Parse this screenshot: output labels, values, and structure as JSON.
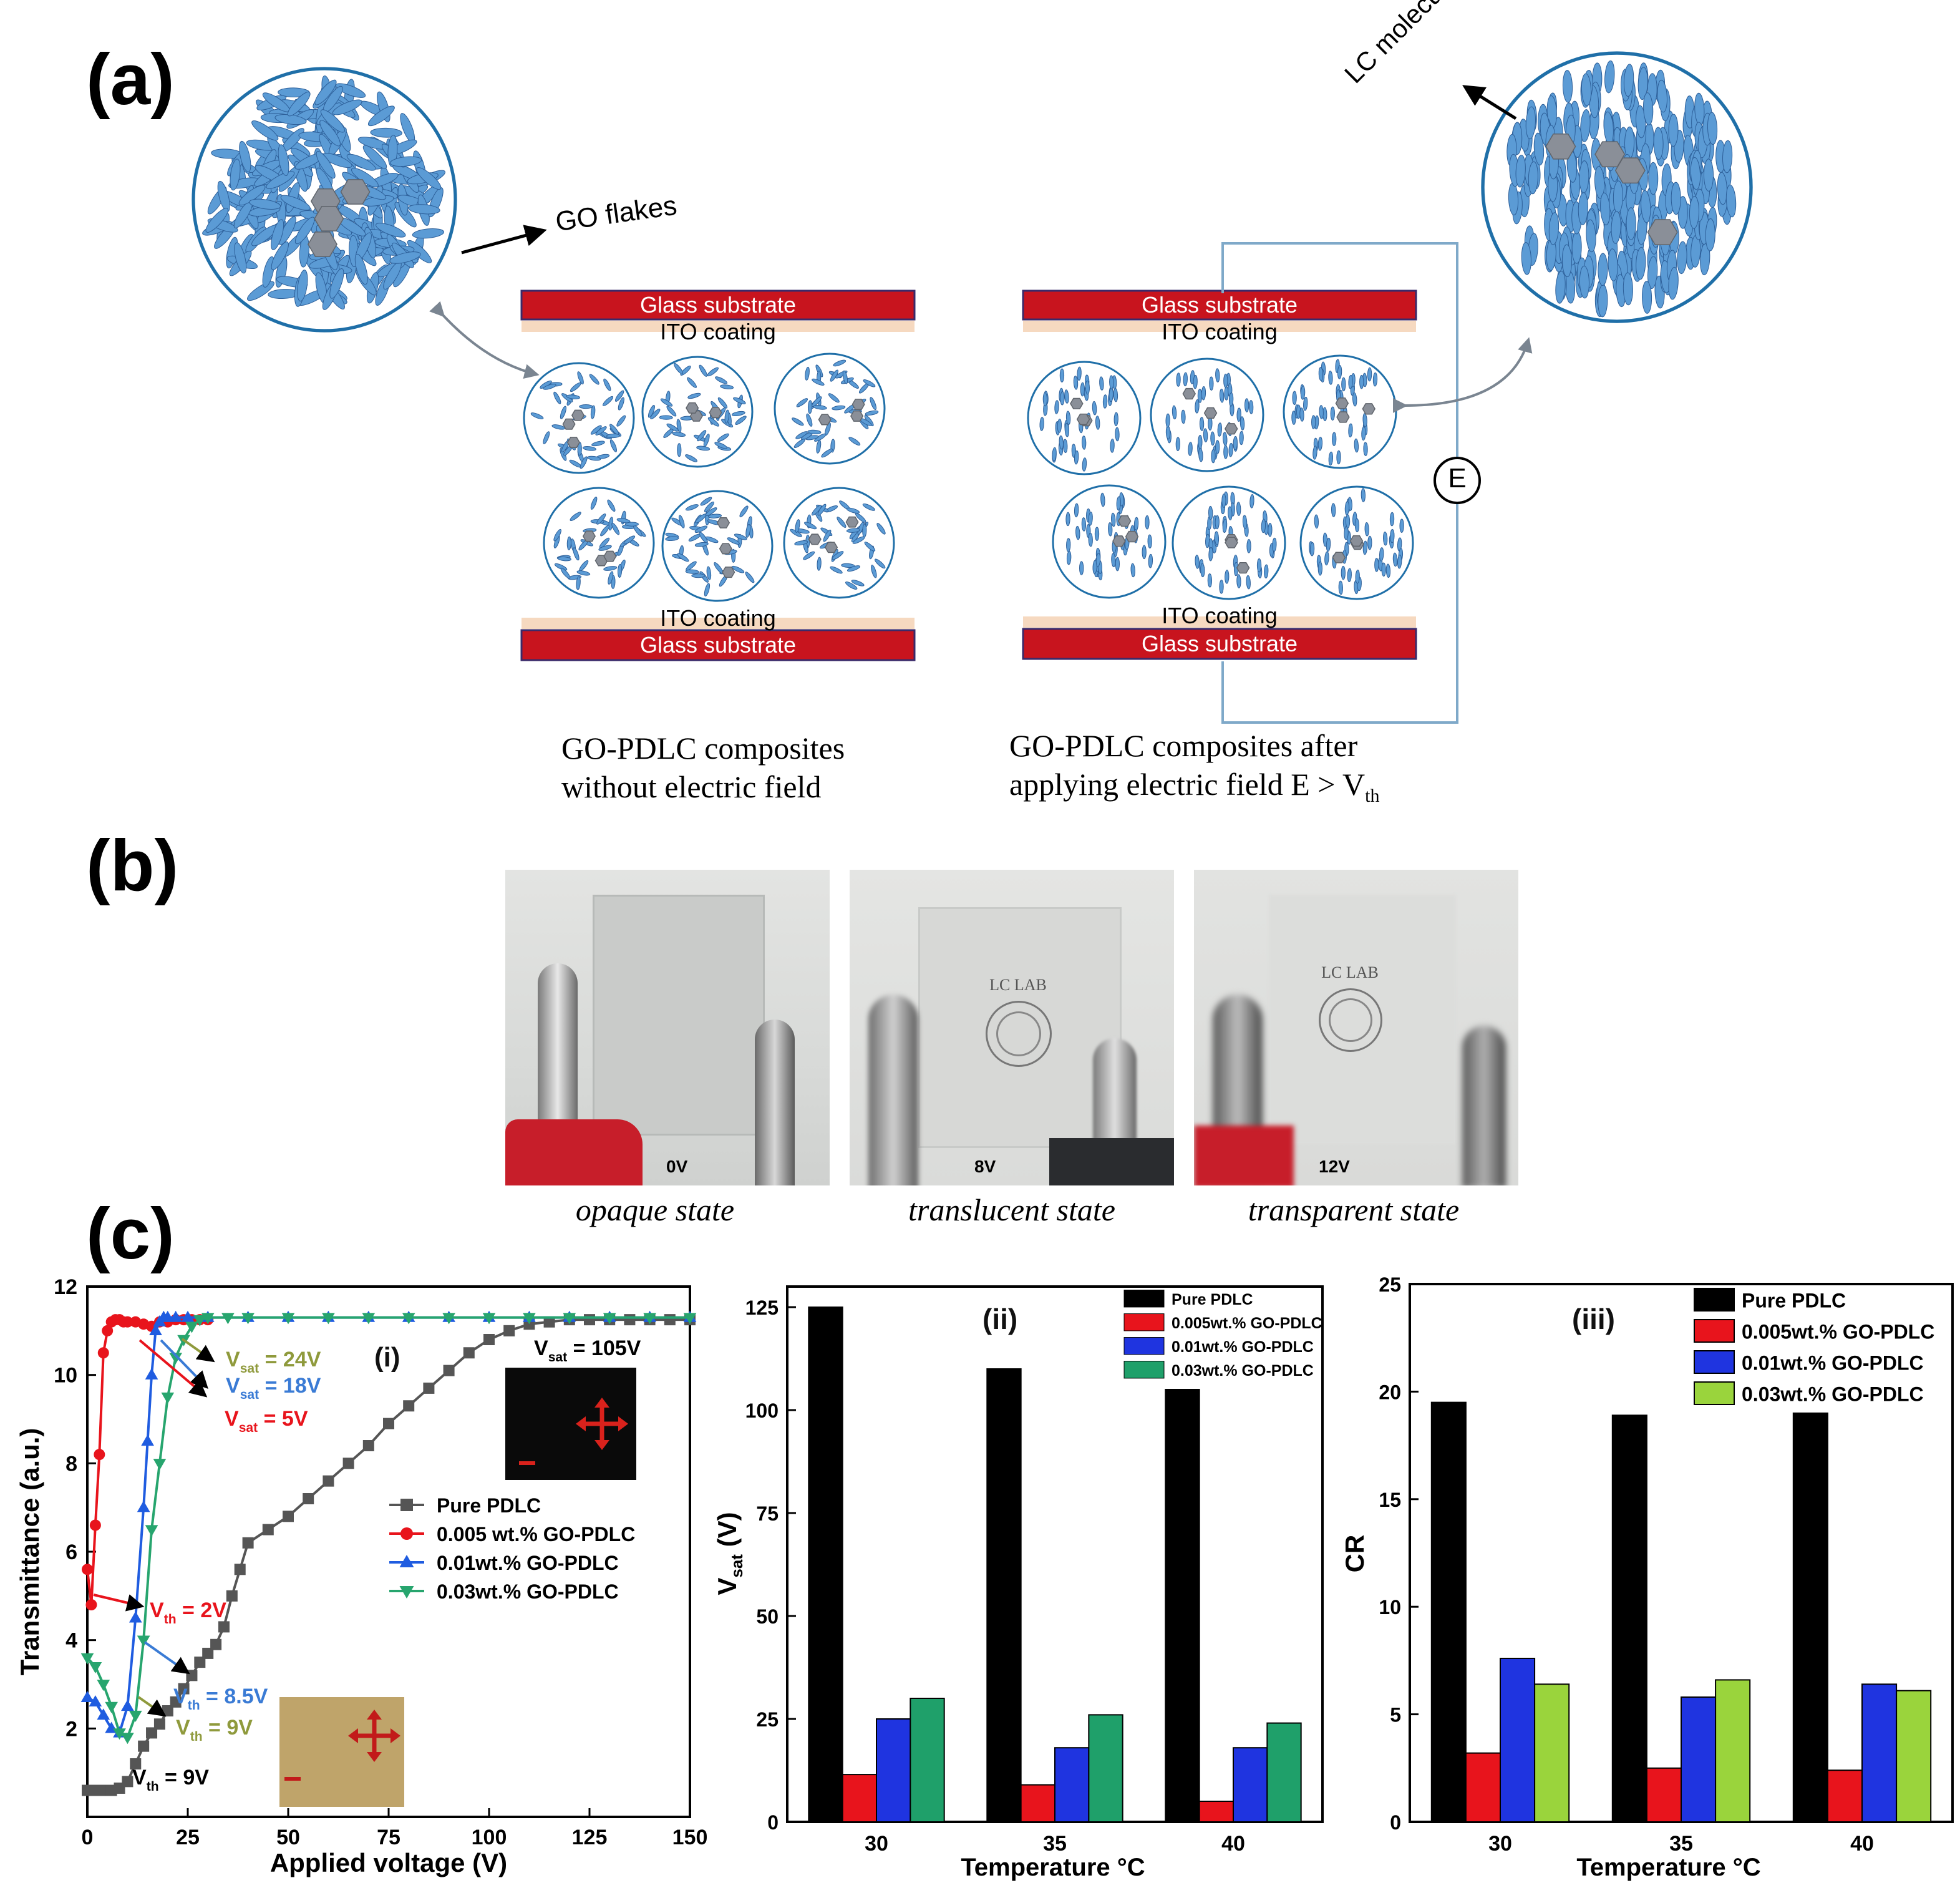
{
  "panels": {
    "a": "(a)",
    "b": "(b)",
    "c": "(c)"
  },
  "schematic": {
    "go_flakes": "GO flakes",
    "lc_molecule": "LC molecule",
    "glass_substrate": "Glass substrate",
    "ito_coating": "ITO coating",
    "field_symbol": "E",
    "caption_left_line1": "GO-PDLC composites",
    "caption_left_line2": "without electric field",
    "caption_right_line1": "GO-PDLC composites after",
    "caption_right_line2_prefix": "applying electric field E > V",
    "caption_right_line2_sub": "th"
  },
  "photos": [
    {
      "voltage": "0V",
      "caption": "opaque state",
      "logo_text": ""
    },
    {
      "voltage": "8V",
      "caption": "translucent state",
      "logo_text": "LC LAB"
    },
    {
      "voltage": "12V",
      "caption": "transparent state",
      "logo_text": "LC LAB"
    }
  ],
  "colors": {
    "black": "#000000",
    "red": "#e8141c",
    "blue": "#1f34e0",
    "green": "#1fa06a",
    "lime": "#9ad43c",
    "glass": "#c8141e",
    "ito": "#f6d9c0",
    "lc": "#5b9bd5",
    "flake": "#8a8f98"
  },
  "chart_data": [
    {
      "id": "i",
      "type": "line",
      "panel_label": "(i)",
      "xlabel": "Applied voltage (V)",
      "ylabel": "Transmittance (a.u.)",
      "xlim": [
        0,
        150
      ],
      "ylim": [
        0,
        12
      ],
      "xticks": [
        0,
        25,
        50,
        75,
        100,
        125,
        150
      ],
      "yticks": [
        2,
        4,
        6,
        8,
        10,
        12
      ],
      "series": [
        {
          "name": "Pure PDLC",
          "color": "#555555",
          "marker": "square",
          "x": [
            0,
            2,
            4,
            6,
            8,
            10,
            12,
            14,
            16,
            18,
            20,
            22,
            24,
            26,
            28,
            30,
            32,
            34,
            36,
            38,
            40,
            45,
            50,
            55,
            60,
            65,
            70,
            75,
            80,
            85,
            90,
            95,
            100,
            105,
            110,
            115,
            120,
            125,
            130,
            135,
            140,
            145,
            150
          ],
          "y": [
            0.6,
            0.6,
            0.6,
            0.6,
            0.65,
            0.8,
            1.2,
            1.6,
            1.9,
            2.1,
            2.4,
            2.6,
            2.9,
            3.2,
            3.5,
            3.7,
            3.9,
            4.3,
            5.0,
            5.6,
            6.2,
            6.5,
            6.8,
            7.2,
            7.6,
            8.0,
            8.4,
            8.9,
            9.3,
            9.7,
            10.1,
            10.5,
            10.8,
            11.0,
            11.15,
            11.2,
            11.25,
            11.25,
            11.25,
            11.25,
            11.25,
            11.25,
            11.25
          ]
        },
        {
          "name": "0.005 wt.% GO-PDLC",
          "color": "#e8141c",
          "marker": "circle",
          "x": [
            0,
            1,
            2,
            3,
            4,
            5,
            6,
            7,
            8,
            9,
            10,
            12,
            14,
            16,
            18,
            20,
            22,
            24,
            26,
            28,
            30
          ],
          "y": [
            5.6,
            4.8,
            6.6,
            8.2,
            10.5,
            11.0,
            11.2,
            11.25,
            11.25,
            11.2,
            11.2,
            11.2,
            11.15,
            11.1,
            11.2,
            11.2,
            11.25,
            11.25,
            11.25,
            11.25,
            11.25
          ]
        },
        {
          "name": "0.01wt.% GO-PDLC",
          "color": "#1f5ce0",
          "marker": "triangle-up",
          "x": [
            0,
            2,
            4,
            6,
            8,
            10,
            12,
            14,
            15,
            16,
            17,
            18,
            19,
            20,
            22,
            25,
            30,
            40,
            50,
            60,
            70,
            80,
            90,
            100,
            110,
            120,
            130,
            140,
            150
          ],
          "y": [
            2.7,
            2.6,
            2.3,
            2.0,
            1.9,
            2.5,
            4.5,
            7.0,
            8.5,
            10.0,
            11.0,
            11.2,
            11.3,
            11.3,
            11.3,
            11.3,
            11.3,
            11.3,
            11.3,
            11.3,
            11.3,
            11.3,
            11.3,
            11.3,
            11.3,
            11.3,
            11.3,
            11.3,
            11.3
          ]
        },
        {
          "name": "0.03wt.% GO-PDLC",
          "color": "#27a56e",
          "marker": "triangle-down",
          "x": [
            0,
            2,
            4,
            6,
            8,
            10,
            12,
            14,
            16,
            18,
            20,
            22,
            24,
            26,
            28,
            30,
            35,
            40,
            50,
            60,
            70,
            80,
            90,
            100,
            110,
            120,
            130,
            140,
            150
          ],
          "y": [
            3.6,
            3.4,
            3.0,
            2.5,
            1.9,
            1.8,
            2.3,
            4.0,
            6.5,
            8.0,
            9.5,
            10.4,
            10.8,
            11.1,
            11.25,
            11.3,
            11.3,
            11.3,
            11.3,
            11.3,
            11.3,
            11.3,
            11.3,
            11.3,
            11.3,
            11.3,
            11.3,
            11.3,
            11.3
          ]
        }
      ],
      "annotations": [
        {
          "main": "V",
          "sub": "sat",
          "rest": " = 24V",
          "color": "#8f9a3c"
        },
        {
          "main": "V",
          "sub": "sat",
          "rest": " = 18V",
          "color": "#3a7bd5"
        },
        {
          "main": "V",
          "sub": "sat",
          "rest": " = 5V",
          "color": "#e8141c"
        },
        {
          "main": "V",
          "sub": "sat",
          "rest": " = 105V",
          "color": "#000000"
        },
        {
          "main": "V",
          "sub": "th",
          "rest": " = 2V",
          "color": "#e8141c"
        },
        {
          "main": "V",
          "sub": "th",
          "rest": " = 8.5V",
          "color": "#3a7bd5"
        },
        {
          "main": "V",
          "sub": "th",
          "rest": " = 9V",
          "color": "#8f9a3c"
        },
        {
          "main": "V",
          "sub": "th",
          "rest": " = 9V",
          "color": "#000000"
        }
      ]
    },
    {
      "id": "ii",
      "type": "bar",
      "panel_label": "(ii)",
      "xlabel": "Temperature °C",
      "ylabel_main": "V",
      "ylabel_sub": "sat",
      "ylabel_rest": " (V)",
      "categories": [
        "30",
        "35",
        "40"
      ],
      "ylim": [
        0,
        130
      ],
      "yticks": [
        0,
        25,
        50,
        75,
        100,
        125
      ],
      "series": [
        {
          "name": "Pure PDLC",
          "color": "#000000",
          "values": [
            125,
            110,
            105
          ]
        },
        {
          "name": "0.005wt.% GO-PDLC",
          "color": "#e8141c",
          "values": [
            11.5,
            9,
            5
          ]
        },
        {
          "name": "0.01wt.% GO-PDLC",
          "color": "#1f34e0",
          "values": [
            25,
            18,
            18
          ]
        },
        {
          "name": "0.03wt.% GO-PDLC",
          "color": "#1fa06a",
          "values": [
            30,
            26,
            24
          ]
        }
      ]
    },
    {
      "id": "iii",
      "type": "bar",
      "panel_label": "(iii)",
      "xlabel": "Temperature °C",
      "ylabel": "CR",
      "categories": [
        "30",
        "35",
        "40"
      ],
      "ylim": [
        0,
        25
      ],
      "yticks": [
        0,
        5,
        10,
        15,
        20,
        25
      ],
      "series": [
        {
          "name": "Pure PDLC",
          "color": "#000000",
          "values": [
            19.5,
            18.9,
            19.0
          ]
        },
        {
          "name": "0.005wt.% GO-PDLC",
          "color": "#e8141c",
          "values": [
            3.2,
            2.5,
            2.4
          ]
        },
        {
          "name": "0.01wt.% GO-PDLC",
          "color": "#1f34e0",
          "values": [
            7.6,
            5.8,
            6.4
          ]
        },
        {
          "name": "0.03wt.% GO-PDLC",
          "color": "#9ad43c",
          "values": [
            6.4,
            6.6,
            6.1
          ]
        }
      ]
    }
  ]
}
